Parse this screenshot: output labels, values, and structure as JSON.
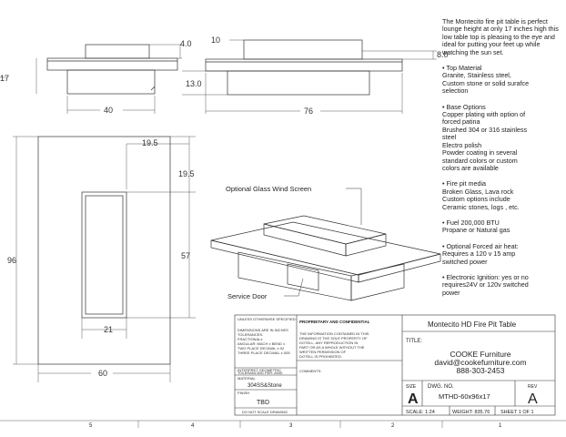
{
  "dimensions": {
    "side_w": "40",
    "side_top_h": "4.0",
    "side_h": "17",
    "front_top": "10",
    "front_right": "8.0",
    "front_mid": "13.0",
    "front_w": "76",
    "plan_top": "19.5",
    "plan_side": "19.5",
    "plan_h": "96",
    "plan_mid": "57",
    "plan_insert": "21",
    "plan_w": "60"
  },
  "callouts": {
    "glass": "Optional Glass Wind Screen",
    "door": "Service Door"
  },
  "notes": {
    "intro": "The Montecito fire pit table is perfect lounge height at only 17 inches high this low table top is pleasing to the eye and ideal for putting your feet up while watching the sun set.",
    "top": [
      "• Top Material",
      "Granite, Stainless steel,",
      "Custom stone or solid surafce",
      "selection"
    ],
    "base": [
      "• Base Options",
      "Copper plating with option of",
      "forced patina",
      "Brushed 304 or 316 stainless",
      "steel",
      "Electro polish",
      "Powder coating in several",
      "standard colors or custom",
      "colors are available"
    ],
    "media": [
      "• Fire pit media",
      "Broken Glass, Lava rock",
      "Custom options include",
      "Ceramic stones, logs , etc."
    ],
    "fuel": [
      "• Fuel 200,000 BTU",
      "Propane or Natural gas"
    ],
    "air": [
      "• Optional Forced air heat:",
      "Requires a 120 v 15 amp",
      "switched power"
    ],
    "ignition": [
      "• Electronic Ignition: yes or no",
      "requires24V or 120v switched",
      "power"
    ]
  },
  "title_block": {
    "unless": "UNLESS OTHERWISE SPECIFIED:",
    "tol": [
      "DIMENSIONS ARE IN INCHES",
      "TOLERANCES:",
      "FRACTIONAL±",
      "ANGULAR: MACH ±  BEND ±",
      "TWO PLACE DECIMAL   ±.02",
      "THREE PLACE DECIMAL ±.005"
    ],
    "interpret": [
      "INTERPRET GEOMETRIC",
      "TOLERANCING PER: ANSI"
    ],
    "material_label": "MATERIAL",
    "material": "304SS&Stone",
    "finish_label": "FINISH",
    "finish": "TBD",
    "noscale": "DO NOT SCALE DRAWING",
    "prop_title": "PROPRIETARY AND CONFIDENTIAL",
    "prop_text": [
      "THE INFORMATION CONTAINED IN THIS",
      "DRAWING IS THE SOLE PROPERTY OF",
      "DOTELL. ANY REPRODUCTION IN",
      "PART OR AS A WHOLE WITHOUT THE",
      "WRITTEN PERMISSION OF",
      "DOTELL IS PROHIBITED."
    ],
    "comments": "COMMENTS:",
    "product": "Montecito HD Fire Pit Table",
    "title_label": "TITLE:",
    "company": "COOKE Furniture",
    "email": "david@cookefurniture.com",
    "phone": "888-303-2453",
    "size_label": "SIZE",
    "size": "A",
    "dwg_label": "DWG.  NO.",
    "dwg_no": "MTHD-60x96x17",
    "rev_label": "REV",
    "rev": "A",
    "scale": "SCALE: 1:24",
    "weight": "WEIGHT: 835.76",
    "sheet": "SHEET 1 OF 1"
  },
  "zones": [
    "5",
    "4",
    "3",
    "2",
    "1"
  ]
}
